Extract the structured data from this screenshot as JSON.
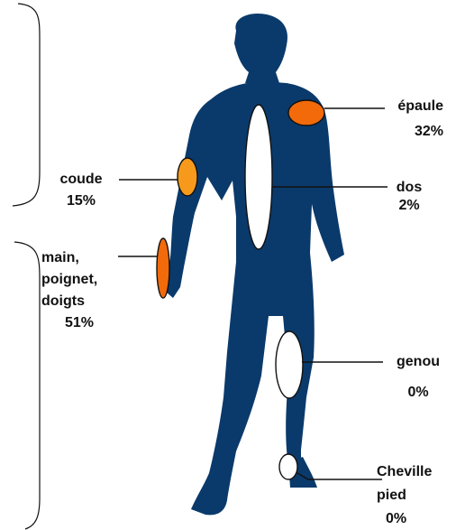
{
  "colors": {
    "silhouette": "#0a3a6b",
    "affected": "#f26a0a",
    "elbow_affected": "#f79a1c",
    "unaffected": "#ffffff",
    "outline": "#111111"
  },
  "regions": [
    {
      "id": "epaule",
      "label_lines": [
        "épaule"
      ],
      "value": "32%",
      "affected": true
    },
    {
      "id": "dos",
      "label_lines": [
        "dos"
      ],
      "value": "2%",
      "affected": false
    },
    {
      "id": "coude",
      "label_lines": [
        "coude"
      ],
      "value": "15%",
      "affected": true
    },
    {
      "id": "main",
      "label_lines": [
        "main,",
        "poignet,",
        "doigts"
      ],
      "value": "51%",
      "affected": true
    },
    {
      "id": "genou",
      "label_lines": [
        "genou"
      ],
      "value": "0%",
      "affected": false
    },
    {
      "id": "cheville",
      "label_lines": [
        "Cheville",
        "pied"
      ],
      "value": "0%",
      "affected": false
    }
  ]
}
